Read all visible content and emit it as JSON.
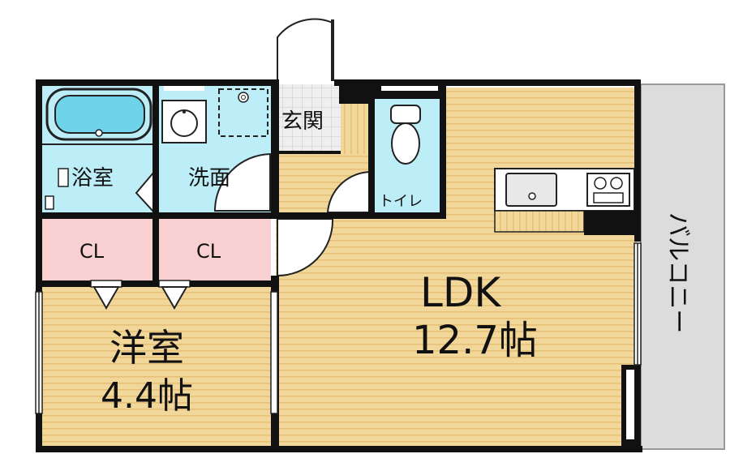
{
  "rooms": {
    "bath": {
      "label": "浴室"
    },
    "washroom": {
      "label": "洗面"
    },
    "entrance": {
      "label": "玄関"
    },
    "toilet": {
      "label": "トイレ"
    },
    "closet_left": {
      "label": "CL"
    },
    "closet_right": {
      "label": "CL"
    },
    "western_room": {
      "label": "洋室",
      "size": "4.4帖"
    },
    "ldk": {
      "label": "LDK",
      "size": "12.7帖"
    },
    "balcony": {
      "label": "バルコニー"
    }
  },
  "colors": {
    "wall": "#111111",
    "floor_wood": "#f2d79a",
    "floor_stripe": "#e6c27a",
    "wet_area": "#bdeef7",
    "closet": "#f8d0d2",
    "tile": "#ececec",
    "balcony": "#dcdcdc"
  }
}
